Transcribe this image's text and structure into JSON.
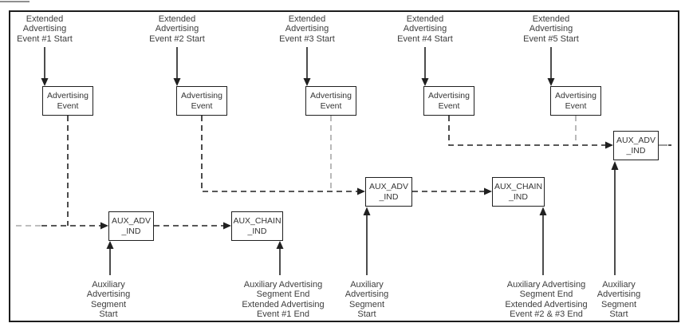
{
  "figure": {
    "title_semantic": "Extended advertising events with auxiliary advertising segments",
    "colors": {
      "line": "#202020",
      "faded_line": "#a0a0a0",
      "text": "#3d3d3d",
      "border": "#1d1d1d",
      "background": "#ffffff"
    }
  },
  "top_events": [
    {
      "start_label": "Extended\nAdvertising\nEvent #1 Start",
      "box_label": "Advertising\nEvent"
    },
    {
      "start_label": "Extended\nAdvertising\nEvent #2 Start",
      "box_label": "Advertising\nEvent"
    },
    {
      "start_label": "Extended\nAdvertising\nEvent #3 Start",
      "box_label": "Advertising\nEvent"
    },
    {
      "start_label": "Extended\nAdvertising\nEvent #4 Start",
      "box_label": "Advertising\nEvent"
    },
    {
      "start_label": "Extended\nAdvertising\nEvent #5 Start",
      "box_label": "Advertising\nEvent"
    }
  ],
  "aux_packets": [
    {
      "label": "AUX_ADV\n_IND"
    },
    {
      "label": "AUX_CHAIN\n_IND"
    },
    {
      "label": "AUX_ADV\n_IND"
    },
    {
      "label": "AUX_CHAIN\n_IND"
    },
    {
      "label": "AUX_ADV\n_IND"
    }
  ],
  "bottom_markers": [
    {
      "label": "Auxiliary\nAdvertising\nSegment\nStart"
    },
    {
      "label": "Auxiliary Advertising\nSegment End\nExtended Advertising\nEvent #1 End"
    },
    {
      "label": "Auxiliary\nAdvertising\nSegment\nStart"
    },
    {
      "label": "Auxiliary Advertising\nSegment End\nExtended Advertising\nEvent #2 & #3 End"
    },
    {
      "label": "Auxiliary\nAdvertising\nSegment\nStart"
    }
  ]
}
